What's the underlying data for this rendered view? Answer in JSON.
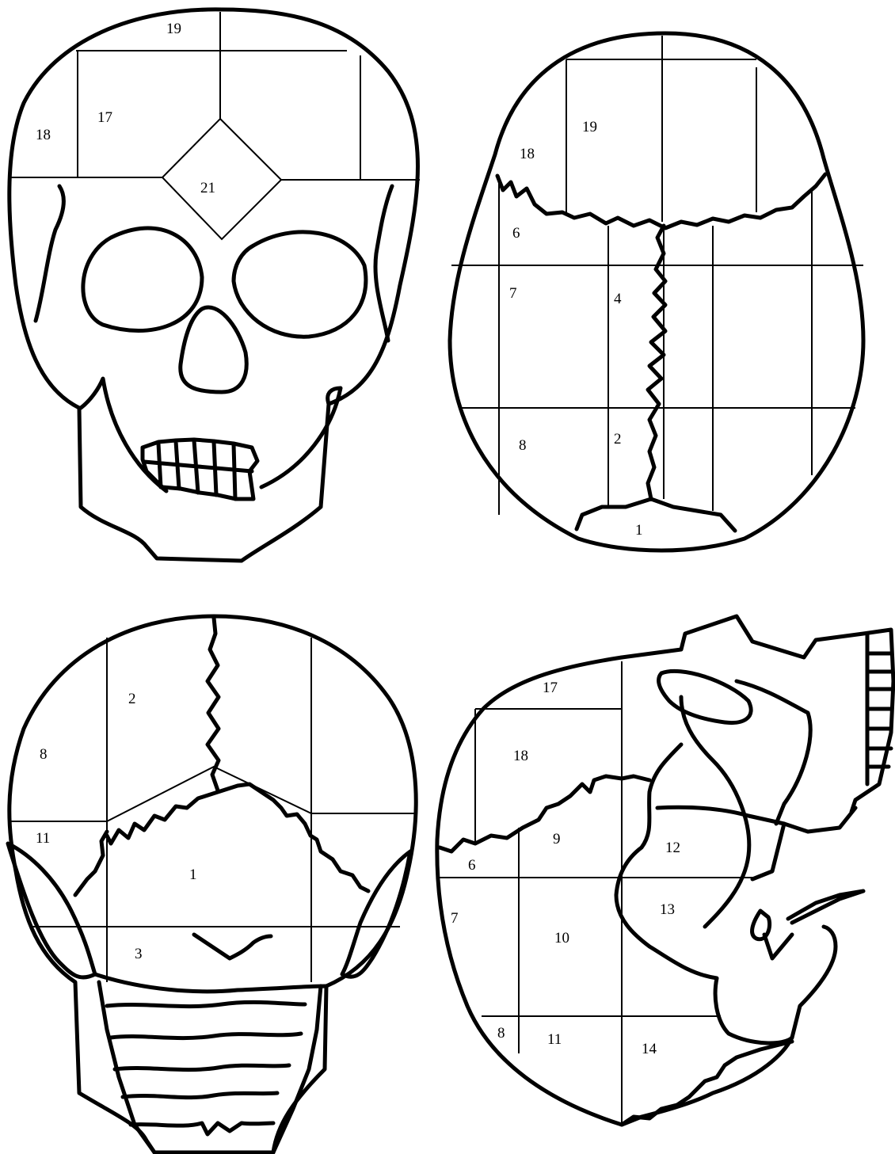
{
  "colors": {
    "background": "#ffffff",
    "ink": "#000000"
  },
  "views": [
    {
      "name": "front",
      "labels": [
        "19",
        "17",
        "18",
        "21"
      ]
    },
    {
      "name": "top",
      "labels": [
        "19",
        "18",
        "6",
        "7",
        "4",
        "8",
        "2",
        "1"
      ]
    },
    {
      "name": "back",
      "labels": [
        "2",
        "8",
        "11",
        "1",
        "3"
      ]
    },
    {
      "name": "side",
      "labels": [
        "17",
        "18",
        "9",
        "6",
        "12",
        "7",
        "10",
        "13",
        "8",
        "11",
        "14"
      ]
    }
  ]
}
